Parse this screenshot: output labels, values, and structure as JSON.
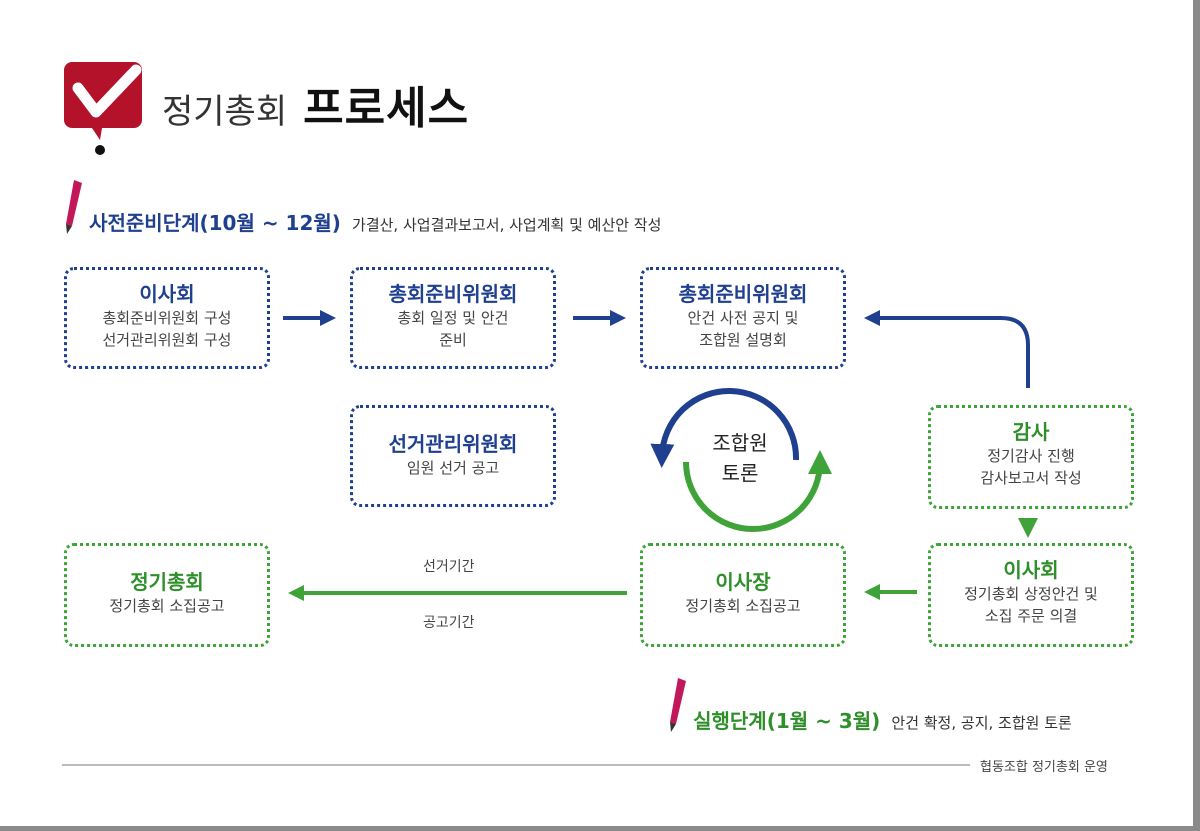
{
  "title": {
    "light": "정기총회",
    "bold": "프로세스"
  },
  "phase_prep": {
    "title": "사전준비단계(10월 ~ 12월)",
    "desc": "가결산, 사업결과보고서, 사업계획 및 예산안 작성"
  },
  "phase_exec": {
    "title": "실행단계(1월 ~ 3월)",
    "desc": "안건 확정, 공지, 조합원 토론"
  },
  "boxes": {
    "board1": {
      "title": "이사회",
      "lines": [
        "총회준비위원회 구성",
        "선거관리위원회 구성"
      ]
    },
    "prep1": {
      "title": "총회준비위원회",
      "lines": [
        "총회 일정 및 안건",
        "준비"
      ]
    },
    "prep2": {
      "title": "총회준비위원회",
      "lines": [
        "안건 사전 공지 및",
        "조합원 설명회"
      ]
    },
    "election": {
      "title": "선거관리위원회",
      "lines": [
        "임원 선거 공고"
      ]
    },
    "audit": {
      "title": "감사",
      "lines": [
        "정기감사 진행",
        "감사보고서 작성"
      ]
    },
    "board2": {
      "title": "이사회",
      "lines": [
        "정기총회 상정안건 및",
        "소집 주문 의결"
      ]
    },
    "chair": {
      "title": "이사장",
      "lines": [
        "정기총회 소집공고"
      ]
    },
    "general": {
      "title": "정기총회",
      "lines": [
        "정기총회 소집공고"
      ]
    }
  },
  "cycle": {
    "line1": "조합원",
    "line2": "토론"
  },
  "arrow_labels": {
    "top": "선거기간",
    "bottom": "공고기간"
  },
  "footer": "협동조합 정기총회 운영",
  "colors": {
    "blue": "#1f3f8f",
    "green": "#3fa33a",
    "logo_red": "#b3122a"
  },
  "icons": [
    "check-mark-icon",
    "pencil-icon"
  ]
}
